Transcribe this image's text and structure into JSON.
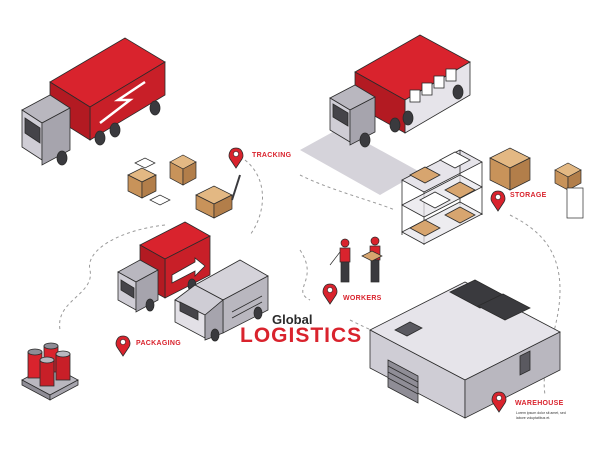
{
  "title": {
    "small": "Global",
    "big": "LOGISTICS"
  },
  "labels": {
    "tracking": "TRACKING",
    "storage": "STORAGE",
    "workers": "WORKERS",
    "packaging": "PACKAGING",
    "warehouse": "WAREHOUSE",
    "warehouse_sub": "Lorem ipsum dolor sit amet, sed labore voluptatibus et."
  },
  "colors": {
    "accent": "#d9232d",
    "truck_body": "#b9b7bf",
    "box": "#d7a56f",
    "outline": "#2b2b2b"
  },
  "icons": [
    "map-pin-icon",
    "truck-icon",
    "van-icon",
    "barrel-icon",
    "box-icon",
    "shelf-icon",
    "worker-icon",
    "warehouse-icon"
  ]
}
